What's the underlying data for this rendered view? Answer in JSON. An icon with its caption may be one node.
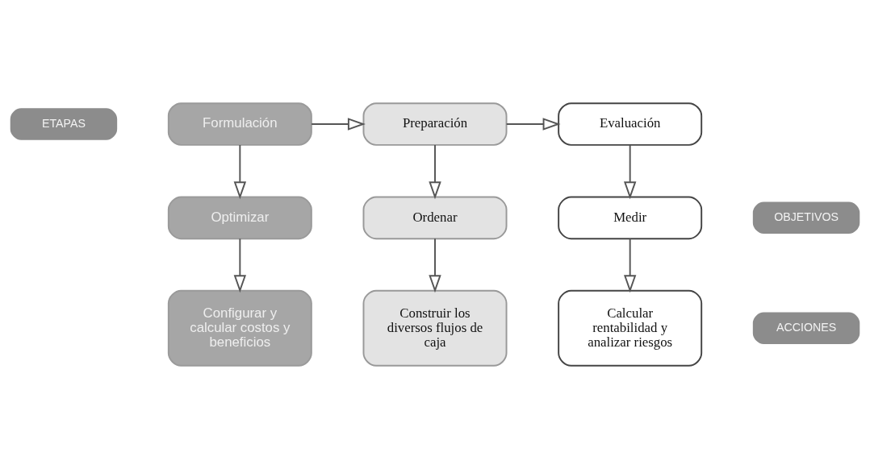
{
  "diagram": {
    "nodes": [
      {
        "text": [
          "ETAPAS"
        ]
      },
      {
        "text": [
          "Formulación"
        ]
      },
      {
        "text": [
          "Preparación"
        ]
      },
      {
        "text": [
          "Evaluación"
        ]
      },
      {
        "text": [
          "OBJETIVOS"
        ]
      },
      {
        "text": [
          "Optimizar"
        ]
      },
      {
        "text": [
          "Ordenar"
        ]
      },
      {
        "text": [
          "Medir"
        ]
      },
      {
        "text": [
          "ACCIONES"
        ]
      },
      {
        "text": [
          "Configurar y calcular costos y beneficios"
        ]
      },
      {
        "text": [
          "Construir los diversos flujos de caja"
        ]
      },
      {
        "text": [
          "Calcular rentabilidad y analizar riesgos"
        ]
      }
    ],
    "edges": [
      {
        "from": 1,
        "to": 2,
        "arrow": "to"
      },
      {
        "from": 2,
        "to": 3,
        "arrow": "to"
      },
      {
        "from": 1,
        "to": 5,
        "arrow": "to"
      },
      {
        "from": 2,
        "to": 6,
        "arrow": "to"
      },
      {
        "from": 3,
        "to": 7,
        "arrow": "to"
      },
      {
        "from": 5,
        "to": 9,
        "arrow": "to"
      },
      {
        "from": 6,
        "to": 10,
        "arrow": "to"
      },
      {
        "from": 7,
        "to": 11,
        "arrow": "to"
      }
    ]
  }
}
